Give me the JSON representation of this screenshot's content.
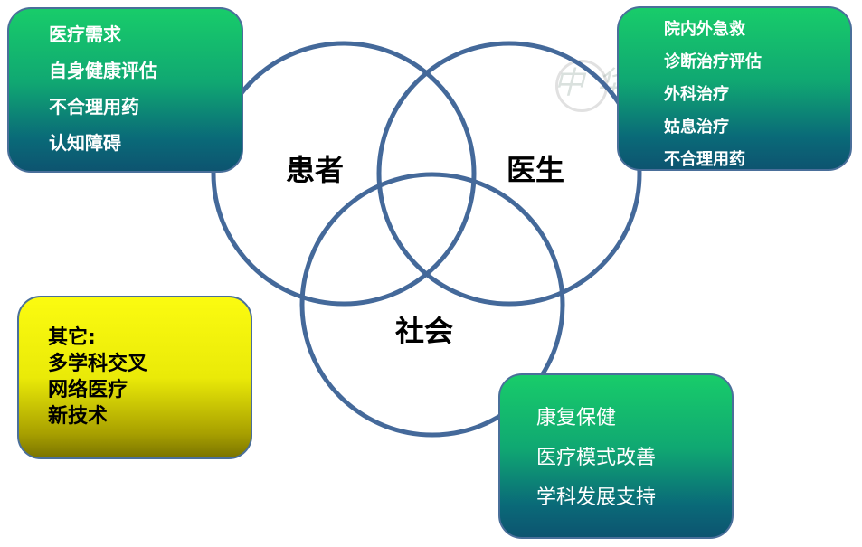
{
  "circles": {
    "patient": "患者",
    "doctor": "医生",
    "society": "社会"
  },
  "boxes": {
    "patient_factors": [
      "医疗需求",
      "自身健康评估",
      "不合理用药",
      "认知障碍"
    ],
    "doctor_factors": [
      "院内外急救",
      "诊断治疗评估",
      "外科治疗",
      "姑息治疗",
      "不合理用药"
    ],
    "other_factors": [
      "其它:",
      "多学科交叉",
      "网络医疗",
      "新技术"
    ],
    "society_factors": [
      "康复保健",
      "医疗模式改善",
      "学科发展支持"
    ]
  },
  "watermark": "中华医学会",
  "colors": {
    "circle_stroke": "#44699a",
    "green_top": "#18cc6a",
    "green_bottom": "#0d5470",
    "yellow": "#f5f50c"
  }
}
